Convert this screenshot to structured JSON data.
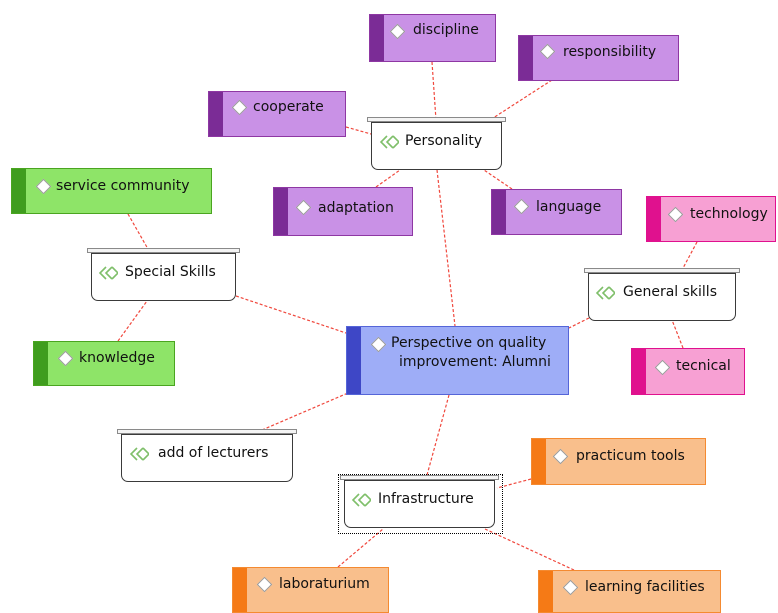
{
  "colors": {
    "purple": "#c991e6",
    "purple_dark": "#7b2c96",
    "green": "#8ee468",
    "green_dark": "#3f9d1e",
    "pink": "#f7a0d3",
    "pink_dark": "#e0118e",
    "orange": "#f9bf8c",
    "orange_dark": "#f57a16",
    "blue": "#9eadf7",
    "blue_dark": "#3e47c6",
    "link": "#f0473c"
  },
  "central": {
    "line1": "Perspective on quality",
    "line2": "improvement: Alumni"
  },
  "categories": {
    "personality": "Personality",
    "special_skills": "Special Skills",
    "general_skills": "General skills",
    "add_of_lecturers": "add of lecturers",
    "infrastructure": "Infrastructure"
  },
  "codes": {
    "discipline": "discipline",
    "responsibility": "responsibility",
    "cooperate": "cooperate",
    "adaptation": "adaptation",
    "language": "language",
    "service_community": "service community",
    "knowledge": "knowledge",
    "technology": "technology",
    "tecnical": "tecnical",
    "practicum_tools": "practicum tools",
    "laboraturium": "laboraturium",
    "learning_facilities": "learning facilities"
  },
  "icons": {
    "code": "diamond-icon",
    "category": "double-chevron-icon"
  }
}
